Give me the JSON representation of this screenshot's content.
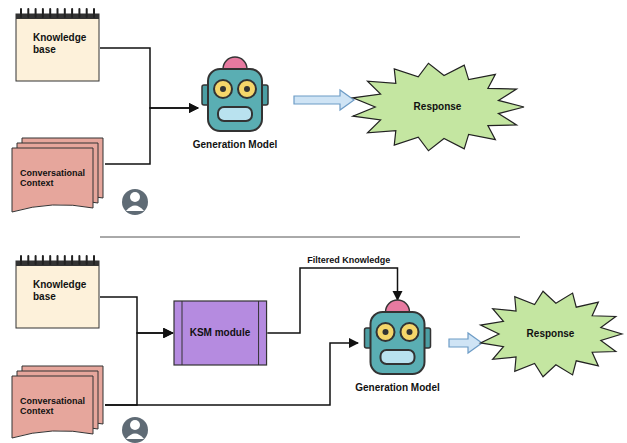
{
  "diagram": {
    "nodes": [
      {
        "text": [
          "Knowledge base"
        ]
      },
      {
        "text": [
          "Conversational Context"
        ]
      },
      {
        "text": [
          "Generation Model"
        ]
      },
      {
        "text": [
          "Response"
        ]
      },
      {
        "text": [
          "Knowledge base"
        ]
      },
      {
        "text": [
          "Conversational Context"
        ]
      },
      {
        "text": [
          "KSM module"
        ]
      },
      {
        "text": [
          "Generation Model"
        ]
      },
      {
        "text": [
          "Response"
        ]
      }
    ],
    "edges": [
      {
        "from": 0,
        "to": 2,
        "arrow": "to"
      },
      {
        "from": 1,
        "to": 2,
        "arrow": "to"
      },
      {
        "from": 2,
        "to": 3,
        "arrow": "to"
      },
      {
        "from": 4,
        "to": 6,
        "arrow": "to"
      },
      {
        "from": 5,
        "to": 6,
        "arrow": "to"
      },
      {
        "from": 6,
        "to": 7,
        "label": "Filtered Knowledge",
        "arrow": "to"
      },
      {
        "from": 5,
        "to": 7,
        "arrow": "to"
      },
      {
        "from": 7,
        "to": 8,
        "arrow": "to"
      }
    ]
  }
}
